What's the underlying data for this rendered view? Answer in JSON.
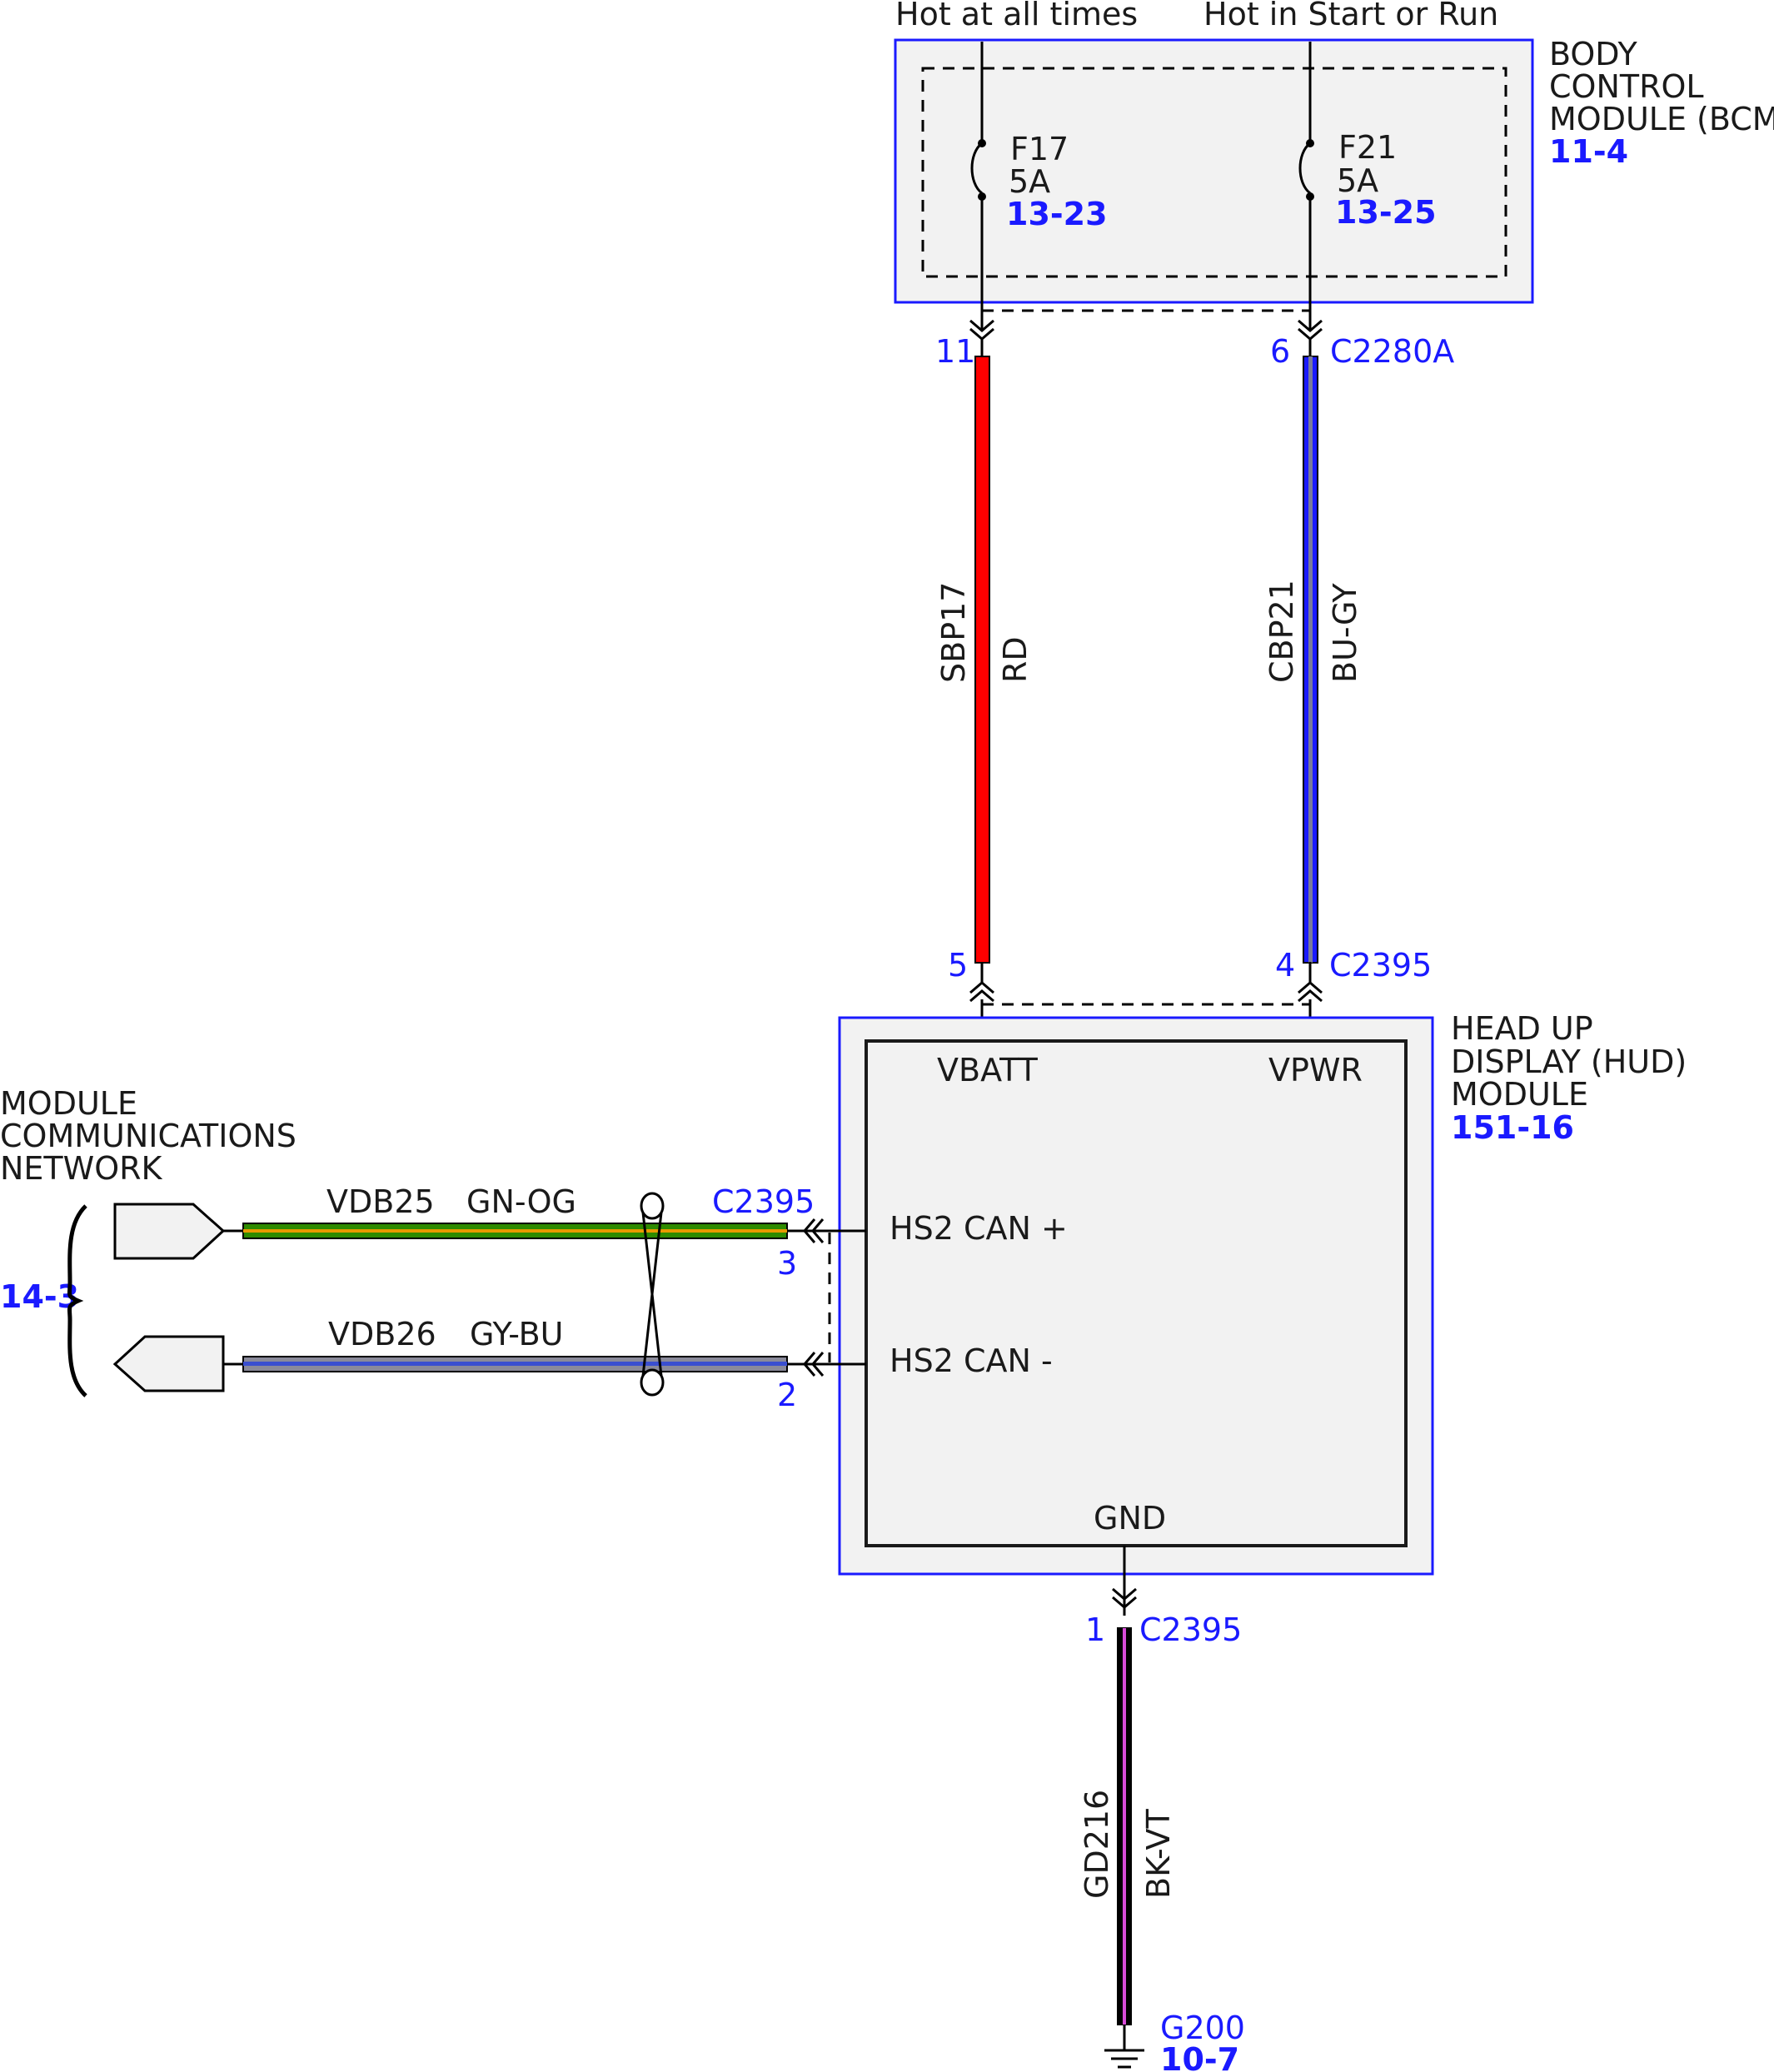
{
  "colors": {
    "ref_blue": "#1a1aff",
    "module_border": "#1a1aff",
    "module_fill": "#f2f2f2",
    "wire_rd": "#ff0000",
    "wire_bu_gy": "#1a1aff",
    "wire_gn_og_base": "#2e8b00",
    "wire_gn_og_stripe": "#e89a00",
    "wire_gy_bu_base": "#8a8a9a",
    "wire_gy_bu_stripe": "#3a4fd0",
    "wire_bk_vt_base": "#000000",
    "wire_bk_vt_stripe": "#d84cd8"
  },
  "power": {
    "hot_at_all_times": "Hot at all times",
    "hot_in_start_or_run": "Hot in Start or Run"
  },
  "bcm": {
    "label_line1": "BODY",
    "label_line2": "CONTROL",
    "label_line3": "MODULE (BCM)",
    "ref": "11-4",
    "fuse1": {
      "name": "F17",
      "rating": "5A",
      "ref": "13-23"
    },
    "fuse2": {
      "name": "F21",
      "rating": "5A",
      "ref": "13-25"
    },
    "connector": "C2280A",
    "pin_left": "11",
    "pin_right": "6"
  },
  "wires": {
    "sbp17": {
      "circuit": "SBP17",
      "color": "RD"
    },
    "cbp21": {
      "circuit": "CBP21",
      "color": "BU-GY"
    },
    "vdb25": {
      "circuit": "VDB25",
      "color": "GN-OG"
    },
    "vdb26": {
      "circuit": "VDB26",
      "color": "GY-BU"
    },
    "gd216": {
      "circuit": "GD216",
      "color": "BK-VT"
    }
  },
  "hud": {
    "label_line1": "HEAD UP",
    "label_line2": "DISPLAY (HUD)",
    "label_line3": "MODULE",
    "ref": "151-16",
    "connector": "C2395",
    "pin_vbatt": "5",
    "pin_vpwr": "4",
    "pin_can_plus": "3",
    "pin_can_minus": "2",
    "pin_gnd": "1",
    "vbatt": "VBATT",
    "vpwr": "VPWR",
    "can_plus": "HS2 CAN +",
    "can_minus": "HS2 CAN -",
    "gnd": "GND"
  },
  "network": {
    "label_line1": "MODULE",
    "label_line2": "COMMUNICATIONS",
    "label_line3": "NETWORK",
    "ref": "14-3"
  },
  "ground": {
    "name": "G200",
    "ref": "10-7"
  }
}
